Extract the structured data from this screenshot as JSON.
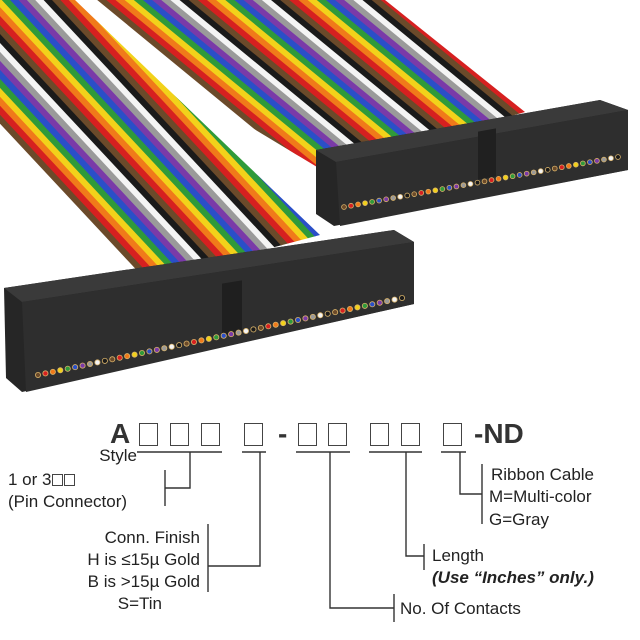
{
  "part_code": {
    "prefix": "A",
    "suffix": "-ND",
    "separator": "-"
  },
  "labels": {
    "style": "Style",
    "style_option_prefix": "1 or 3",
    "pin_connector": "(Pin Connector)",
    "conn_finish": "Conn. Finish",
    "finish_h": "H is ≤15µ Gold",
    "finish_b": "B is >15µ Gold",
    "finish_s": "S=Tin",
    "ribbon_cable": "Ribbon Cable",
    "multi_color": "M=Multi-color",
    "gray": "G=Gray",
    "length": "Length",
    "length_note": "(Use “Inches” only.)",
    "contacts": "No. Of Contacts"
  },
  "colors": {
    "ribbon": [
      "#6b4a2a",
      "#d62020",
      "#f07a1a",
      "#f2d21a",
      "#2f9a3a",
      "#2a4fc8",
      "#7a3aa8",
      "#9a9a9a",
      "#f4f4f4",
      "#1a1a1a"
    ],
    "connector": "#2b2b2b",
    "connector_edge": "#3a3a3a"
  }
}
